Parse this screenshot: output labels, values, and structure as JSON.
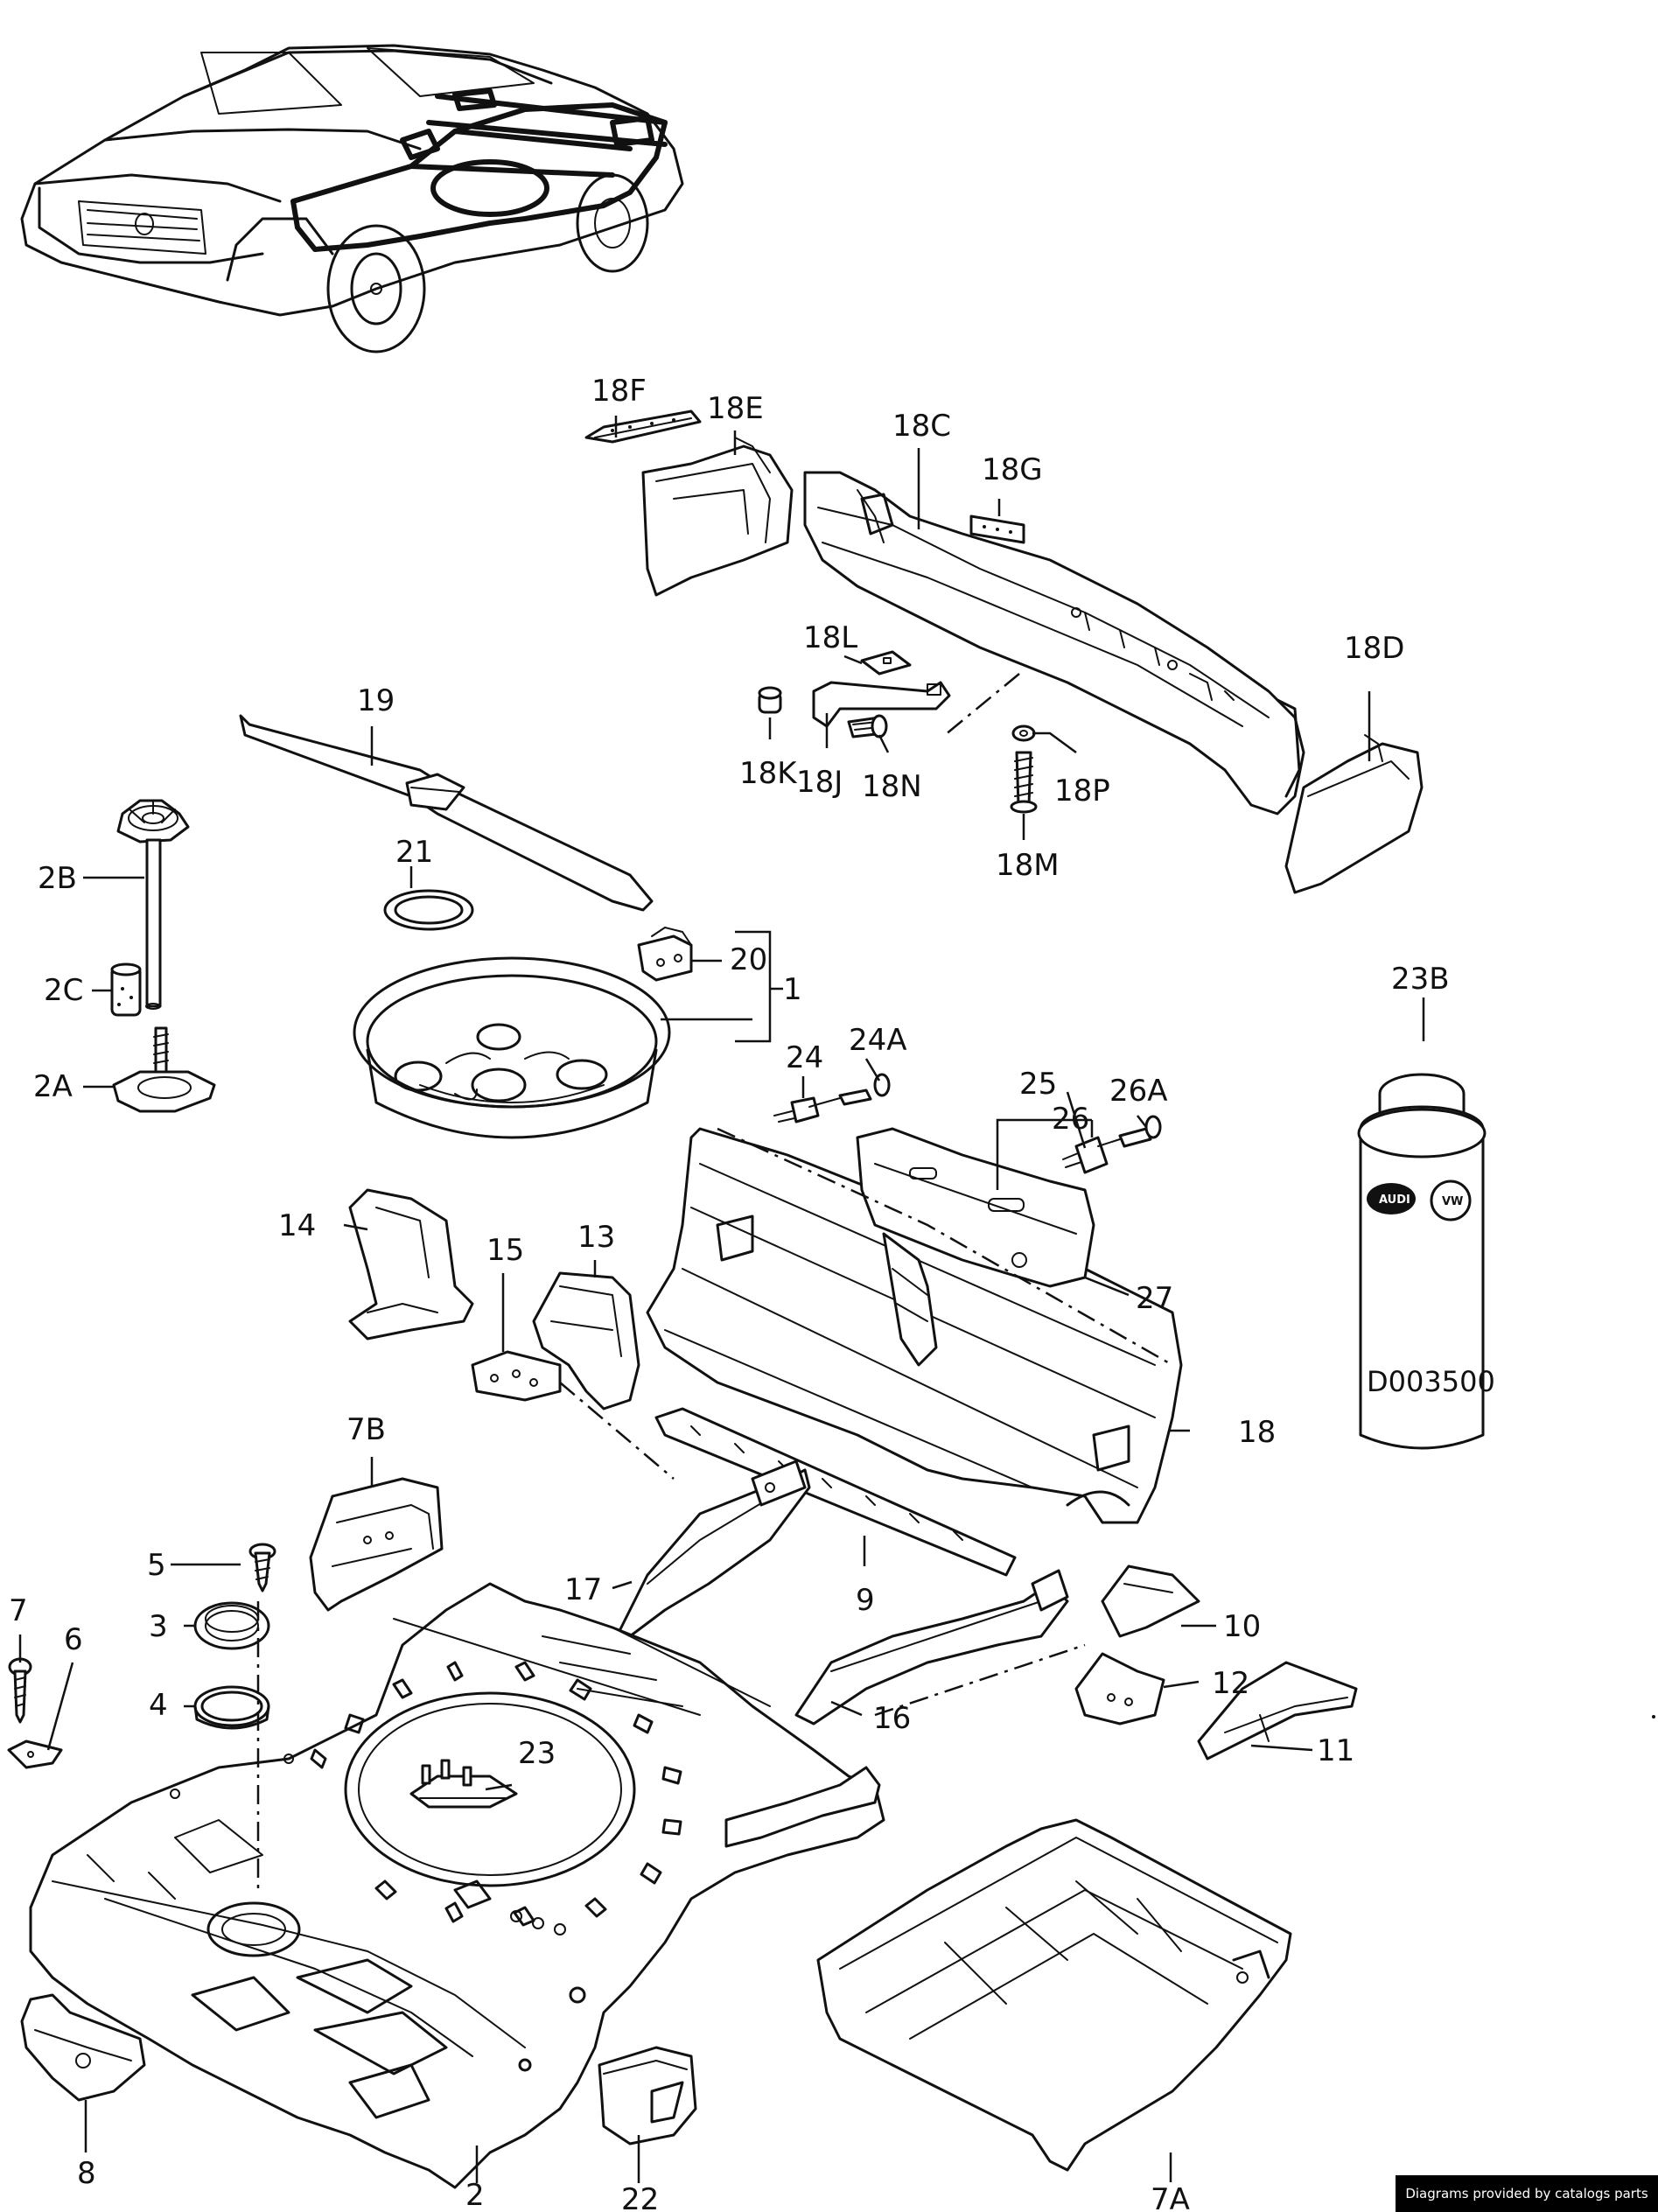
{
  "callouts": {
    "c18F": "18F",
    "c18E": "18E",
    "c18C": "18C",
    "c18G": "18G",
    "c18L": "18L",
    "c18D": "18D",
    "c18K": "18K",
    "c18J": "18J",
    "c18N": "18N",
    "c18P": "18P",
    "c18M": "18M",
    "c19": "19",
    "c2B": "2B",
    "c21": "21",
    "c20": "20",
    "c1": "1",
    "c2C": "2C",
    "c2A": "2A",
    "c23B": "23B",
    "c24": "24",
    "c24A": "24A",
    "c25": "25",
    "c26A": "26A",
    "c26": "26",
    "c14": "14",
    "c27": "27",
    "c15": "15",
    "c13": "13",
    "c18": "18",
    "c7B": "7B",
    "c5": "5",
    "c3": "3",
    "c4": "4",
    "c7": "7",
    "c6": "6",
    "c17": "17",
    "c9": "9",
    "c10": "10",
    "c12": "12",
    "c11": "11",
    "c16": "16",
    "c23": "23",
    "c8": "8",
    "c2": "2",
    "c22": "22",
    "c7A": "7A"
  },
  "can": {
    "part_code": "D003500",
    "logo_left": "AUDI",
    "logo_right": "VW"
  },
  "footer": {
    "credit": "Diagrams provided by catalogs parts"
  }
}
